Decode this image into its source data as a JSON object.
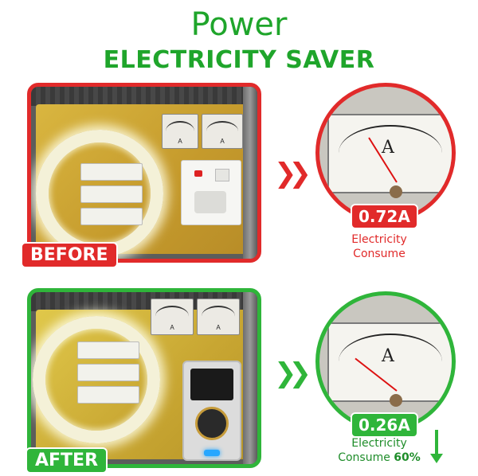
{
  "title": {
    "line1": "Power",
    "line2": "ELECTRICITY SAVER"
  },
  "before": {
    "tag": "BEFORE",
    "reading": "0.72A",
    "caption_line1": "Electricity",
    "caption_line2": "Consume",
    "color": "#e12a2a"
  },
  "after": {
    "tag": "AFTER",
    "reading": "0.26A",
    "caption_line1": "Electricity",
    "caption_line2": "Consume",
    "percent": "60%",
    "color": "#2fb53a"
  },
  "meter": {
    "unit": "A"
  }
}
